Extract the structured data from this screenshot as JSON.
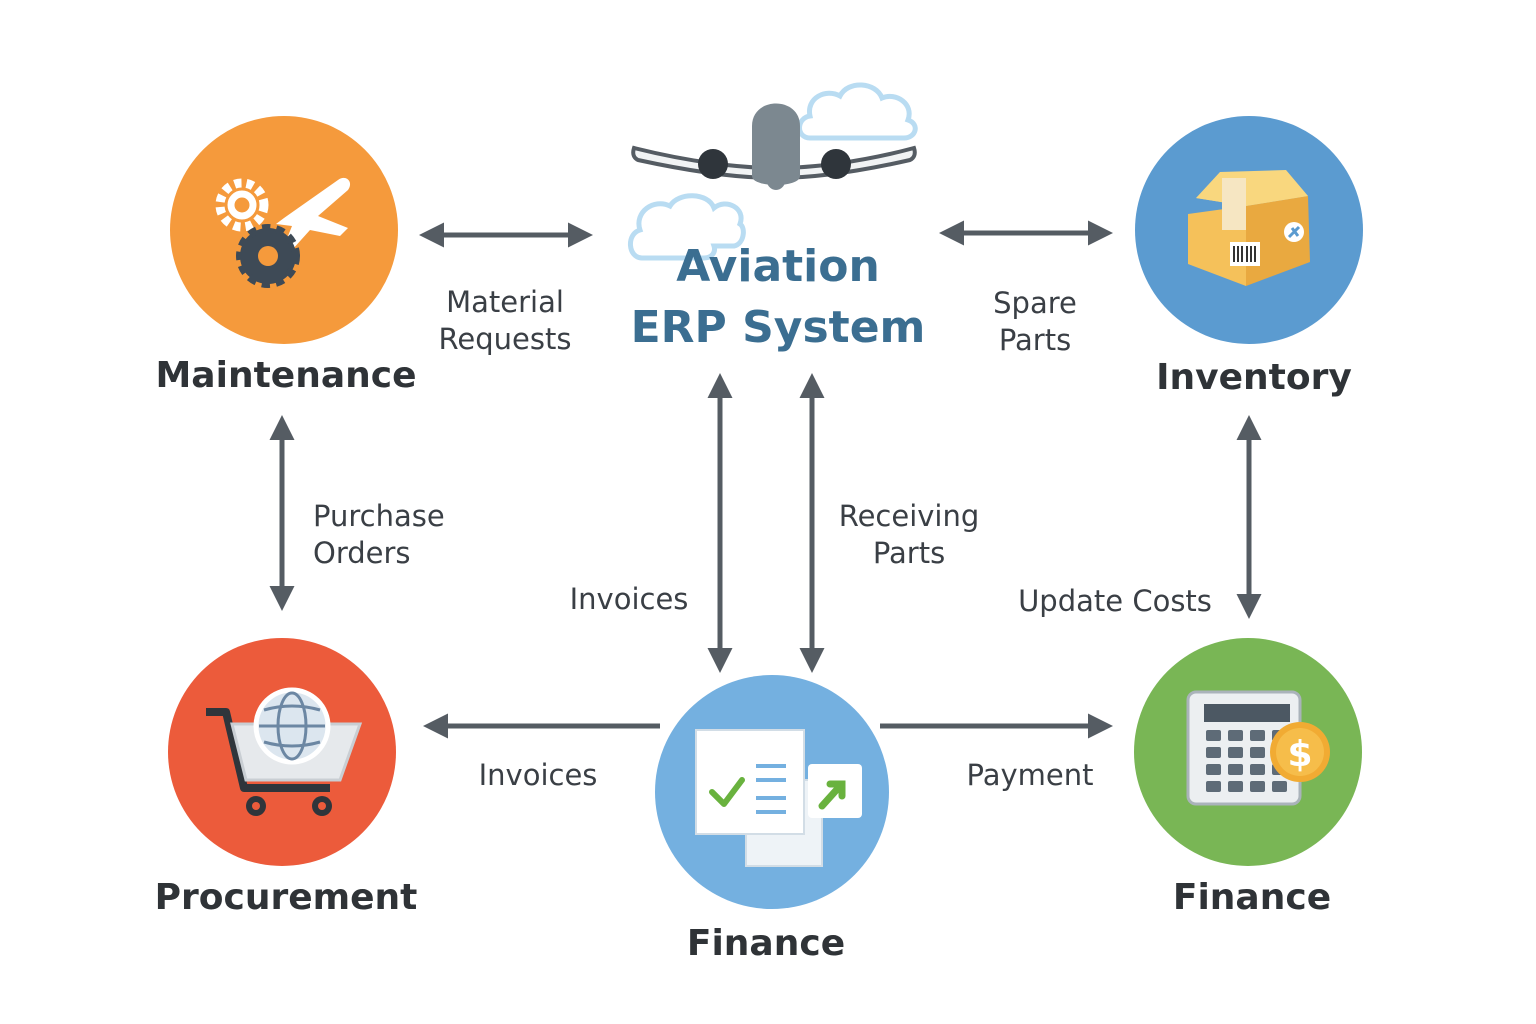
{
  "title": {
    "line1": "Aviation",
    "line2": "ERP System"
  },
  "nodes": {
    "maintenance": {
      "label": "Maintenance",
      "color": "#f59a3c"
    },
    "inventory": {
      "label": "Inventory",
      "color": "#5b9bd0"
    },
    "procurement": {
      "label": "Procurement",
      "color": "#ec5b3b"
    },
    "finance_center": {
      "label": "Finance",
      "color": "#74b0e0"
    },
    "finance_right": {
      "label": "Finance",
      "color": "#79b655"
    }
  },
  "flows": {
    "material_requests": [
      "Material",
      "Requests"
    ],
    "spare_parts": [
      "Spare",
      "Parts"
    ],
    "purchase_orders": [
      "Purchase",
      "Orders"
    ],
    "receiving_parts": [
      "Receiving",
      "Parts"
    ],
    "invoices_vertical": "Invoices",
    "update_costs": "Update Costs",
    "invoices_bottom": "Invoices",
    "payment": "Payment"
  },
  "icons": {
    "maintenance": "gears-airplane-icon",
    "inventory": "package-box-icon",
    "procurement": "shopping-cart-globe-icon",
    "finance_center": "documents-check-icon",
    "finance_right": "calculator-dollar-icon",
    "header": "airplane-clouds-icon"
  },
  "colors": {
    "arrow": "#555c63",
    "title": "#3b6e91",
    "cloud": "#b9dcf2"
  }
}
